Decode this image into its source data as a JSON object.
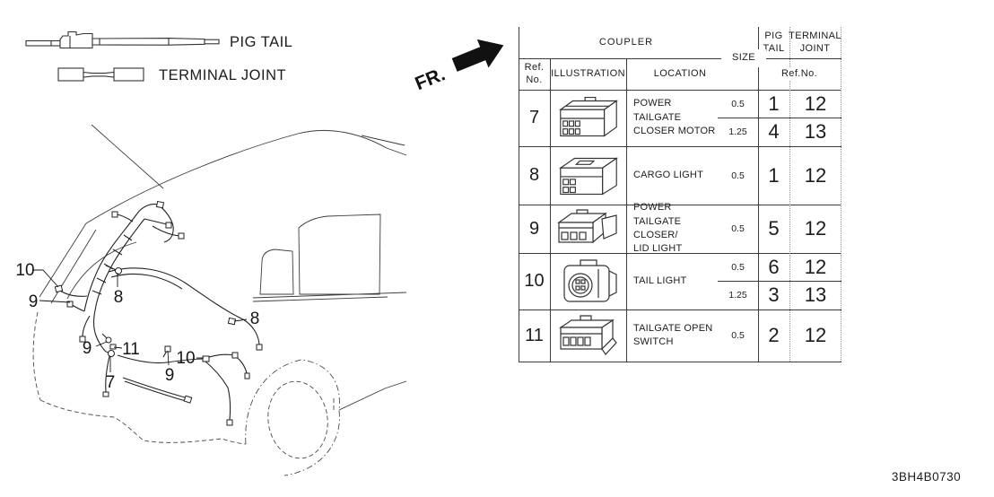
{
  "legend": {
    "pig_tail": "PIG TAIL",
    "terminal_joint": "TERMINAL JOINT"
  },
  "direction": {
    "label": "FR."
  },
  "drawing_number": "3BH4B0730",
  "table": {
    "header": {
      "coupler": "COUPLER",
      "size": "SIZE",
      "pig_tail": "PIG\nTAIL",
      "terminal_joint": "TERMINAL\nJOINT",
      "ref_no": "Ref.\nNo.",
      "illustration": "ILLUSTRATION",
      "location": "LOCATION",
      "ref_no_shared": "Ref.No."
    },
    "rows": [
      {
        "ref": "7",
        "location": "POWER TAILGATE\nCLOSER MOTOR",
        "entries": [
          {
            "size": "0.5",
            "pig_tail": "1",
            "terminal_joint": "12"
          },
          {
            "size": "1.25",
            "pig_tail": "4",
            "terminal_joint": "13"
          }
        ]
      },
      {
        "ref": "8",
        "location": "CARGO LIGHT",
        "entries": [
          {
            "size": "0.5",
            "pig_tail": "1",
            "terminal_joint": "12"
          }
        ]
      },
      {
        "ref": "9",
        "location": "POWER TAILGATE\nCLOSER/\nLID LIGHT",
        "entries": [
          {
            "size": "0.5",
            "pig_tail": "5",
            "terminal_joint": "12"
          }
        ]
      },
      {
        "ref": "10",
        "location": "TAIL LIGHT",
        "entries": [
          {
            "size": "0.5",
            "pig_tail": "6",
            "terminal_joint": "12"
          },
          {
            "size": "1.25",
            "pig_tail": "3",
            "terminal_joint": "13"
          }
        ]
      },
      {
        "ref": "11",
        "location": "TAILGATE OPEN\nSWITCH",
        "entries": [
          {
            "size": "0.5",
            "pig_tail": "2",
            "terminal_joint": "12"
          }
        ]
      }
    ]
  },
  "callouts": [
    {
      "label": "10"
    },
    {
      "label": "9"
    },
    {
      "label": "8"
    },
    {
      "label": "9"
    },
    {
      "label": "11"
    },
    {
      "label": "7"
    },
    {
      "label": "9"
    },
    {
      "label": "10"
    },
    {
      "label": "8"
    }
  ]
}
